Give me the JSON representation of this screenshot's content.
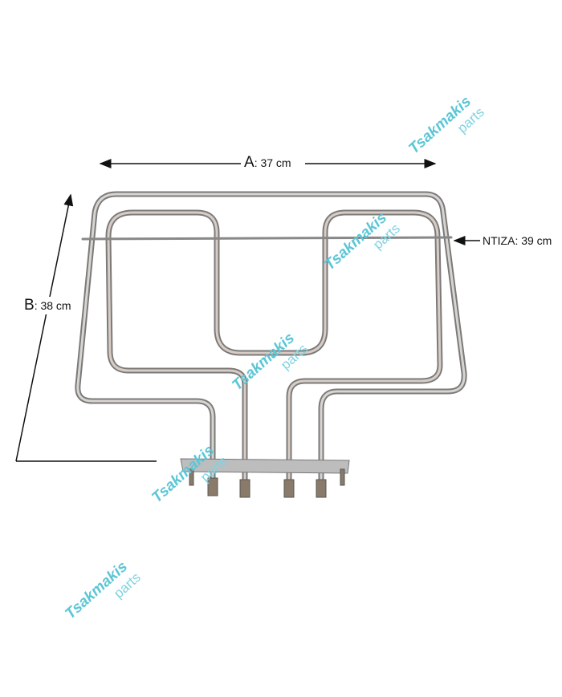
{
  "dimensions": {
    "a": {
      "letter": "A",
      "value": ": 37 cm"
    },
    "b": {
      "letter": "B",
      "value": ": 38 cm"
    },
    "ntiza": {
      "label": "NTIZA: 39 cm"
    }
  },
  "watermark": {
    "name": "Tsakmakis",
    "sub": "parts"
  },
  "colors": {
    "rod": "#8a8a8a",
    "watermark": "#5cc6d6"
  }
}
